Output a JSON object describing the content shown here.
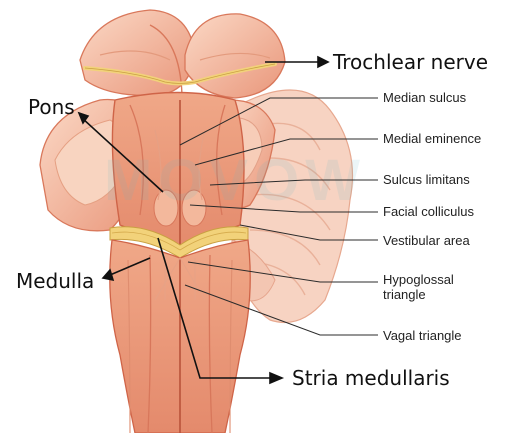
{
  "labels": {
    "trochlear_nerve": "Trochlear nerve",
    "pons": "Pons",
    "medulla": "Medulla",
    "stria_medullaris": "Stria medullaris",
    "median_sulcus": "Median sulcus",
    "medial_eminence": "Medial eminence",
    "sulcus_limitans": "Sulcus limitans",
    "facial_colliculus": "Facial colliculus",
    "vestibular_area": "Vestibular area",
    "hypoglossal_triangle_line1": "Hypoglossal",
    "hypoglossal_triangle_line2": "triangle",
    "vagal_triangle": "Vagal triangle"
  },
  "watermark": "MOVOW",
  "colors": {
    "tissue_light": "#f6c2a8",
    "tissue_mid": "#ee9b7c",
    "tissue_dark": "#d66b4f",
    "nerve_yellow": "#f2d27a",
    "background": "#ffffff"
  }
}
